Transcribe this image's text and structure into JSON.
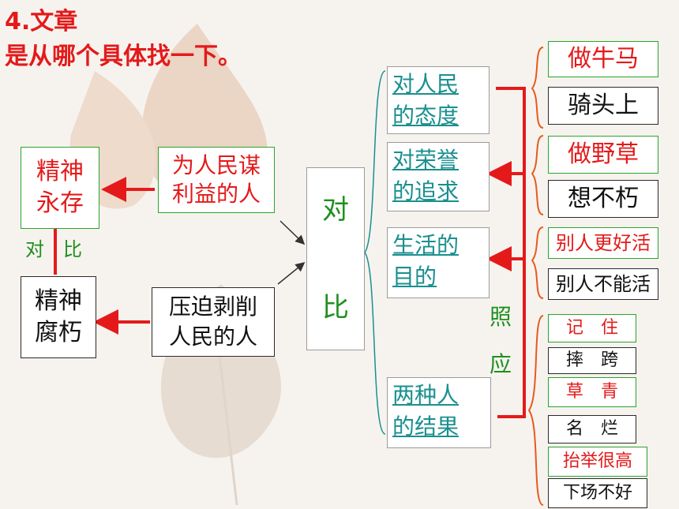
{
  "heading": {
    "line1": "4.文章",
    "line2": "是从哪个具体找一下。"
  },
  "left_group": {
    "good_person": [
      "为人民谋",
      "利益的人"
    ],
    "good_result": [
      "精神",
      "永存"
    ],
    "bad_person": [
      "压迫剥削",
      "人民的人"
    ],
    "bad_result": [
      "精神",
      "腐朽"
    ],
    "contrast_dui": "对",
    "contrast_bi": "比"
  },
  "center_node": {
    "top": "对",
    "bottom": "比"
  },
  "topics": [
    {
      "line1": "对人民",
      "line2": "的态度"
    },
    {
      "line1": "对荣誉",
      "line2": "的追求"
    },
    {
      "line1": "生活的",
      "line2": "目的"
    },
    {
      "line1": "两种人",
      "line2": "的结果"
    }
  ],
  "echo_label": {
    "top": "照",
    "bottom": "应"
  },
  "attitude_pair": {
    "good": "做牛马",
    "bad": "骑头上"
  },
  "honor_pair": {
    "good": "做野草",
    "bad": "想不朽"
  },
  "life_pair": {
    "good": "别人更好活",
    "bad": "别人不能活"
  },
  "result_pairs": [
    {
      "good": "记　住",
      "bad": "摔　跨"
    },
    {
      "good": "草　青",
      "bad": "名　烂"
    },
    {
      "good": "抬举很高",
      "bad": "下场不好"
    }
  ],
  "colors": {
    "red": "#e41a1a",
    "green": "#1f8f1f",
    "link": "#1a8f8f",
    "orange_brace": "#e85a1a"
  }
}
